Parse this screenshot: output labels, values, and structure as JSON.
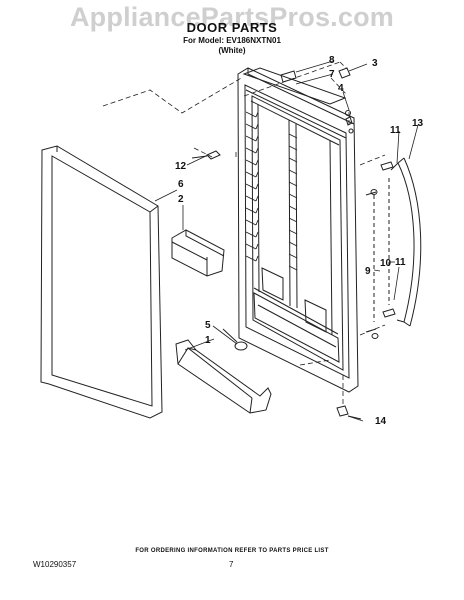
{
  "watermark": "AppliancePartsPros.com",
  "header": {
    "title": "DOOR PARTS",
    "model_line": "For Model: EV186NXTN01",
    "color_line": "(White)"
  },
  "callouts": {
    "c1": "1",
    "c2": "2",
    "c3": "3",
    "c4": "4",
    "c5": "5",
    "c6": "6",
    "c7": "7",
    "c8": "8",
    "c9": "9",
    "c10": "10",
    "c11a": "11",
    "c11b": "11",
    "c12": "12",
    "c13": "13",
    "c14": "14"
  },
  "footer": {
    "note": "FOR ORDERING INFORMATION REFER TO PARTS PRICE LIST",
    "document_number": "W10290357",
    "page_number": "7"
  }
}
